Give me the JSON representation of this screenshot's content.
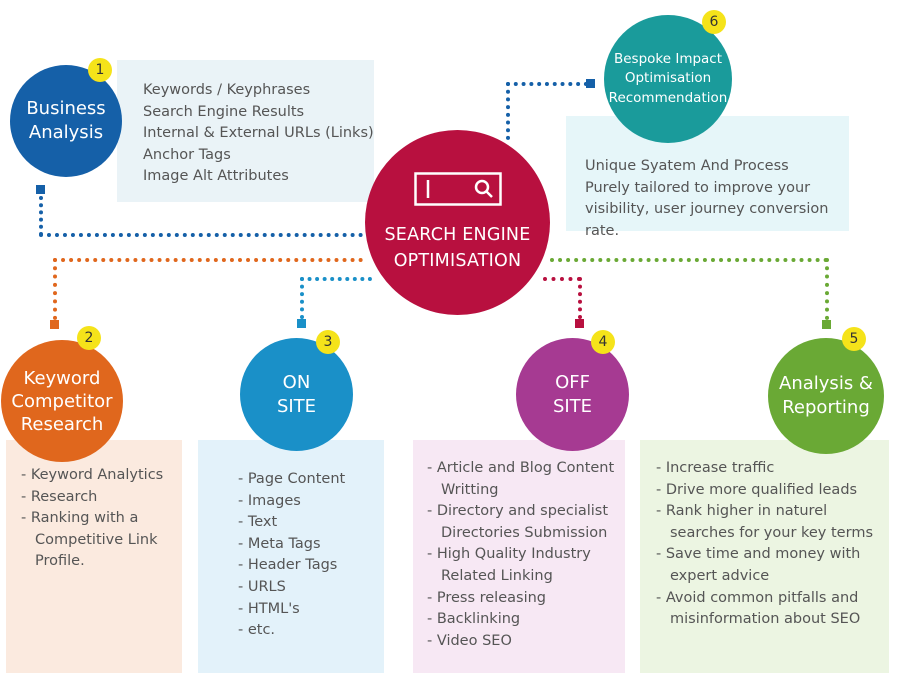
{
  "center": {
    "title_line1": "SEARCH ENGINE",
    "title_line2": "OPTIMISATION",
    "icon": "search-bar-icon",
    "color": "#b8103f"
  },
  "nodes": {
    "business": {
      "number": "1",
      "line1": "Business",
      "line2": "Analysis",
      "color": "#1560a8",
      "items": [
        "Keywords / Keyphrases",
        "Search Engine Results",
        "Internal & External URLs (Links)",
        "Anchor  Tags",
        "Image Alt Attributes"
      ]
    },
    "keyword": {
      "number": "2",
      "line1": "Keyword",
      "line2": "Competitor",
      "line3": "Research",
      "color": "#e0671d",
      "items": [
        "- Keyword Analytics",
        "- Research",
        "- Ranking with a Competitive Link Profile."
      ]
    },
    "onsite": {
      "number": "3",
      "line1": "ON",
      "line2": "SITE",
      "color": "#1a90c8",
      "items": [
        "- Page Content",
        "- Images",
        "- Text",
        "- Meta Tags",
        "- Header Tags",
        "- URLS",
        "- HTML's",
        "- etc."
      ]
    },
    "offsite": {
      "number": "4",
      "line1": "OFF",
      "line2": "SITE",
      "color": "#a63a92",
      "items": [
        "- Article and Blog Content Writting",
        "- Directory and specialist Directories Submission",
        "- High Quality Industry Related   Linking",
        "- Press releasing",
        "- Backlinking",
        "- Video SEO"
      ]
    },
    "analysis": {
      "number": "5",
      "line1": "Analysis &",
      "line2": "Reporting",
      "color": "#6aa935",
      "items": [
        "- Increase traffic",
        "- Drive more qualified leads",
        "- Rank higher in naturel searches for your key terms",
        "- Save time and money with expert advice",
        "- Avoid common pitfalls and misinformation about SEO"
      ]
    },
    "bespoke": {
      "number": "6",
      "line1": "Bespoke Impact",
      "line2": "Optimisation",
      "line3": "Recommendation",
      "color": "#1a9b9b",
      "description": "Unique Syatem And Process Purely tailored to improve your visibility, user journey conversion rate."
    }
  }
}
